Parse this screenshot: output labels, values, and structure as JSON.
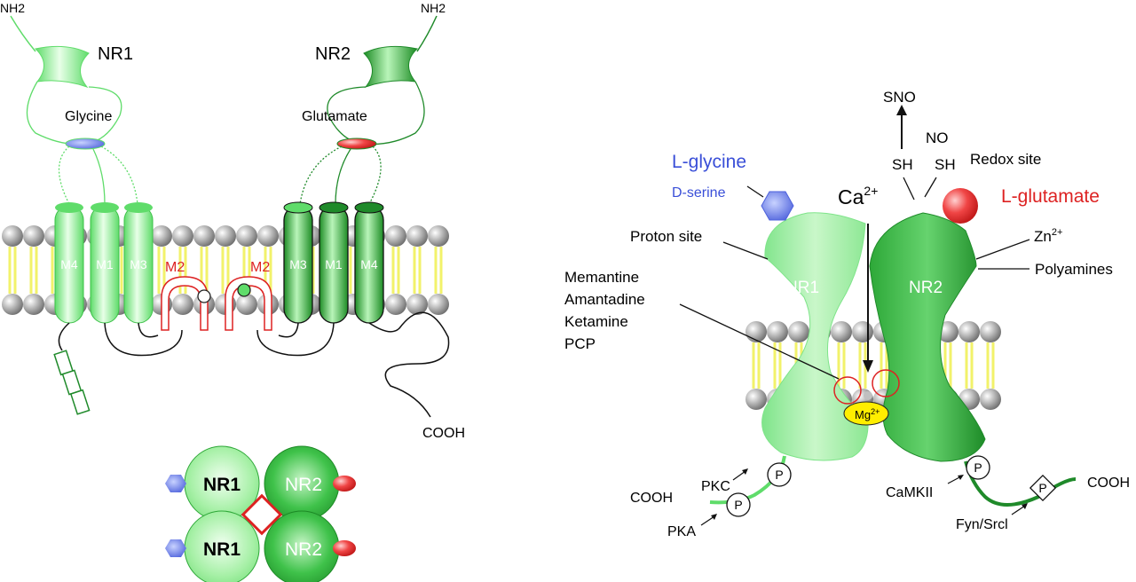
{
  "colors": {
    "nr1_light": "#b8f5b8",
    "nr1_mid": "#5fdc6a",
    "nr2_light": "#7fe07f",
    "nr2_dark": "#1f8a2a",
    "glycine": "#5a6fe0",
    "glutamate": "#e03030",
    "m2_red": "#dd2222",
    "lipid_head": "#9a9a9a",
    "lipid_tail": "#f2f26a",
    "mg_yellow": "#ffee00"
  },
  "left": {
    "nh2_left": "NH2",
    "nh2_right": "NH2",
    "nr1": "NR1",
    "nr2": "NR2",
    "glycine": "Glycine",
    "glutamate": "Glutamate",
    "m4": "M4",
    "m1": "M1",
    "m3": "M3",
    "m2_left": "M2",
    "m2_right": "M2",
    "m3b": "M3",
    "m1b": "M1",
    "m4b": "M4",
    "cooh": "COOH"
  },
  "tetramer": {
    "nr1_top": "NR1",
    "nr2_top": "NR2",
    "nr1_bottom": "NR1",
    "nr2_bottom": "NR2"
  },
  "right": {
    "sno": "SNO",
    "no": "NO",
    "sh1": "SH",
    "sh2": "SH",
    "redox": "Redox site",
    "l_glycine": "L-glycine",
    "d_serine": "D-serine",
    "ca": "Ca",
    "ca_sup": "2+",
    "l_glutamate": "L-glutamate",
    "proton": "Proton site",
    "zn": "Zn",
    "zn_sup": "2+",
    "polyamines": "Polyamines",
    "memantine": "Memantine",
    "amantadine": "Amantadine",
    "ketamine": "Ketamine",
    "pcp": "PCP",
    "nr1": "NR1",
    "nr2": "NR2",
    "mg": "Mg",
    "mg_sup": "2+",
    "p": "P",
    "pkc": "PKC",
    "pka": "PKA",
    "cooh_left": "COOH",
    "camkii": "CaMKII",
    "fyn": "Fyn/Srcl",
    "cooh_right": "COOH"
  }
}
